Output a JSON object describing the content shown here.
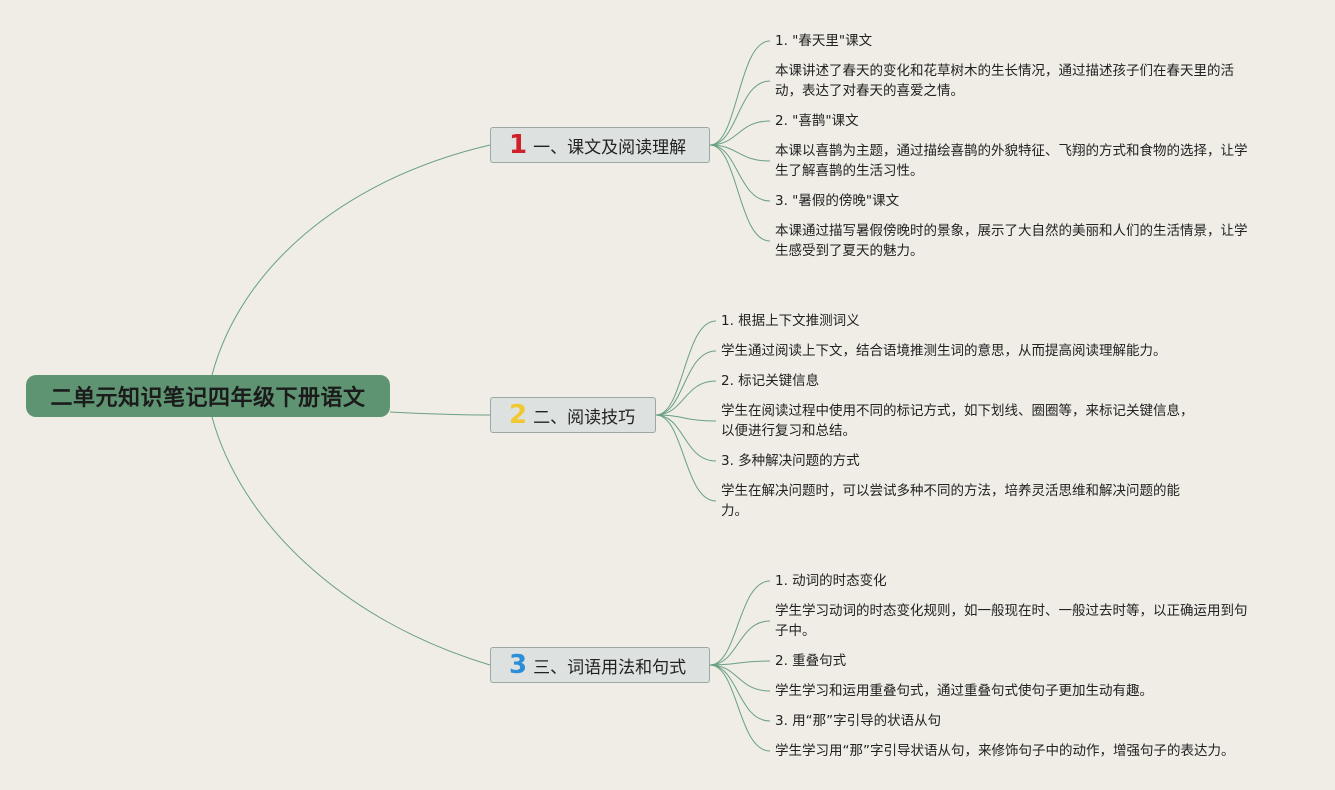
{
  "root": {
    "title": "二单元知识笔记四年级下册语文"
  },
  "colors": {
    "line": "#6aa083",
    "root_bg": "#5e9472"
  },
  "branches": [
    {
      "num": "1",
      "num_color": "#d0202a",
      "label": "一、课文及阅读理解",
      "items": [
        {
          "title": "1. \"春天里\"课文",
          "lines": [
            "本课讲述了春天的变化和花草树木的生长情况，通过描述孩子们在春天里的活",
            "动，表达了对春天的喜爱之情。"
          ]
        },
        {
          "title": "2. \"喜鹊\"课文",
          "lines": [
            "本课以喜鹊为主题，通过描绘喜鹊的外貌特征、飞翔的方式和食物的选择，让学",
            "生了解喜鹊的生活习性。"
          ]
        },
        {
          "title": "3. \"暑假的傍晚\"课文",
          "lines": [
            "本课通过描写暑假傍晚时的景象，展示了大自然的美丽和人们的生活情景，让学",
            "生感受到了夏天的魅力。"
          ]
        }
      ]
    },
    {
      "num": "2",
      "num_color": "#f2c830",
      "label": "二、阅读技巧",
      "items": [
        {
          "title": "1. 根据上下文推测词义",
          "lines": [
            "学生通过阅读上下文，结合语境推测生词的意思，从而提高阅读理解能力。"
          ]
        },
        {
          "title": "2. 标记关键信息",
          "lines": [
            "学生在阅读过程中使用不同的标记方式，如下划线、圈圈等，来标记关键信息，",
            "以便进行复习和总结。"
          ]
        },
        {
          "title": "3. 多种解决问题的方式",
          "lines": [
            "学生在解决问题时，可以尝试多种不同的方法，培养灵活思维和解决问题的能",
            "力。"
          ]
        }
      ]
    },
    {
      "num": "3",
      "num_color": "#2a8fd8",
      "label": "三、词语用法和句式",
      "items": [
        {
          "title": "1. 动词的时态变化",
          "lines": [
            "学生学习动词的时态变化规则，如一般现在时、一般过去时等，以正确运用到句",
            "子中。"
          ]
        },
        {
          "title": "2. 重叠句式",
          "lines": [
            "学生学习和运用重叠句式，通过重叠句式使句子更加生动有趣。"
          ]
        },
        {
          "title": "3. 用“那”字引导的状语从句",
          "lines": [
            "学生学习用“那”字引导状语从句，来修饰句子中的动作，增强句子的表达力。"
          ]
        }
      ]
    }
  ]
}
